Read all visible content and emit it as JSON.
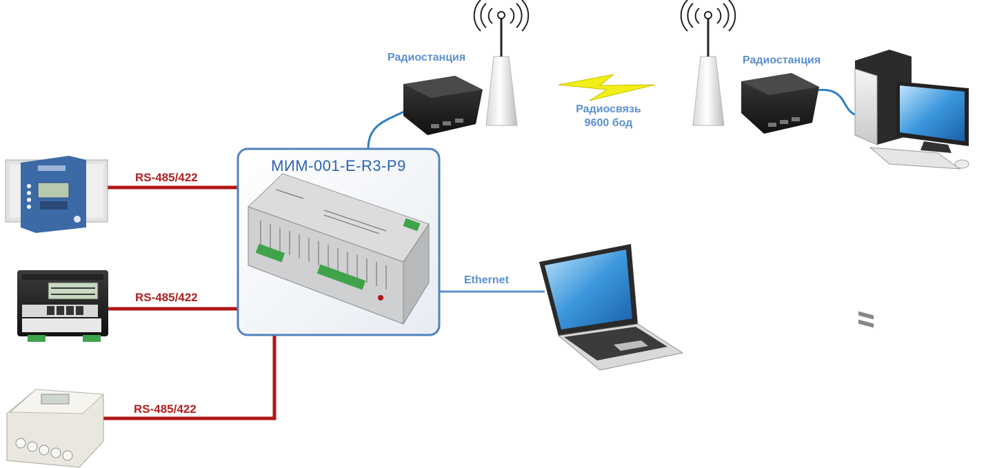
{
  "mux": {
    "title": "МИМ-001-E-R3-P9"
  },
  "links": {
    "rs485_1": "RS-485/422",
    "rs485_2": "RS-485/422",
    "rs485_3": "RS-485/422",
    "ethernet": "Ethernet"
  },
  "radio": {
    "station_left": "Радиостанция",
    "station_right": "Радиостанция",
    "link_line1": "Радиосвязь",
    "link_line2": "9600 бод"
  },
  "colors": {
    "rs485_wire": "#b01818",
    "ethernet_wire": "#5b8fd0",
    "mux_border": "#4f82c0",
    "label_blue": "#5b8fd0",
    "label_red": "#b01e1e",
    "lightning": "#f2ee17"
  },
  "icons": [
    "relay-device-icon",
    "controller-device-icon",
    "meter-device-icon",
    "multiplexer-device-icon",
    "radio-station-icon",
    "antenna-tower-icon",
    "lightning-icon",
    "desktop-computer-icon",
    "laptop-icon"
  ]
}
